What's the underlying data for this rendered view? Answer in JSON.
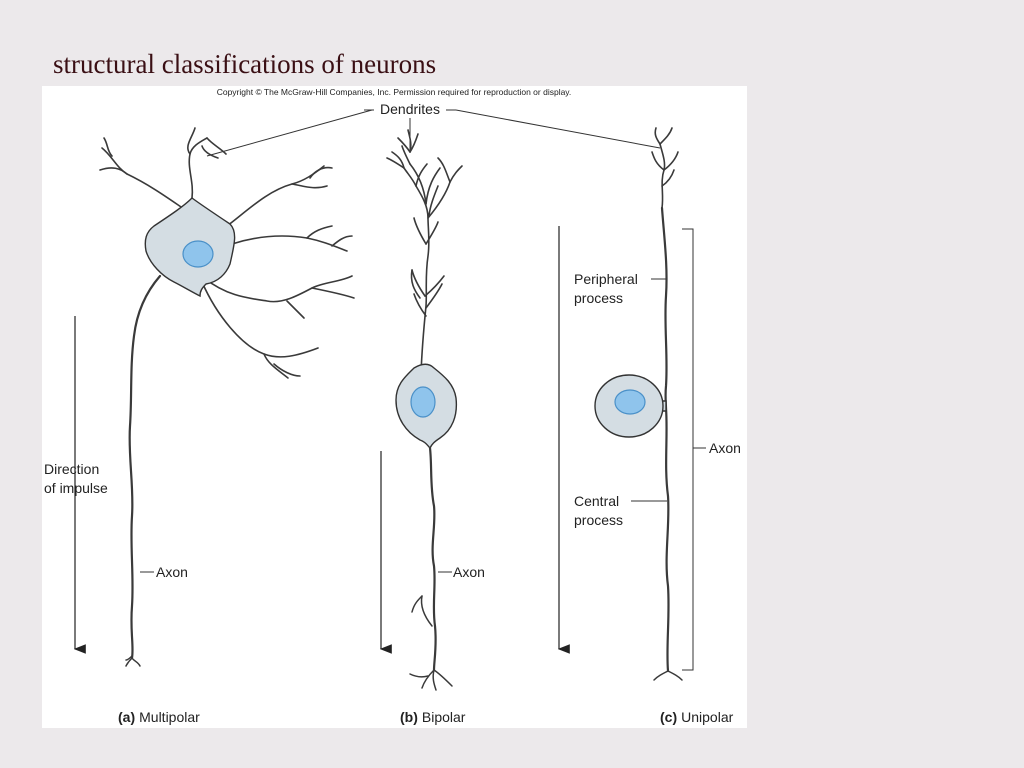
{
  "slide": {
    "title": "structural classifications of neurons"
  },
  "figure": {
    "copyright": "Copyright © The McGraw-Hill Companies, Inc. Permission required for reproduction or display.",
    "labels": {
      "dendrites": "Dendrites",
      "axon_a": "Axon",
      "axon_b": "Axon",
      "axon_c": "Axon",
      "direction_line1": "Direction",
      "direction_line2": "of impulse",
      "peripheral_line1": "Peripheral",
      "peripheral_line2": "process",
      "central_line1": "Central",
      "central_line2": "process"
    },
    "captions": [
      {
        "letter": "(a)",
        "name": "Multipolar"
      },
      {
        "letter": "(b)",
        "name": "Bipolar"
      },
      {
        "letter": "(c)",
        "name": "Unipolar"
      }
    ]
  }
}
